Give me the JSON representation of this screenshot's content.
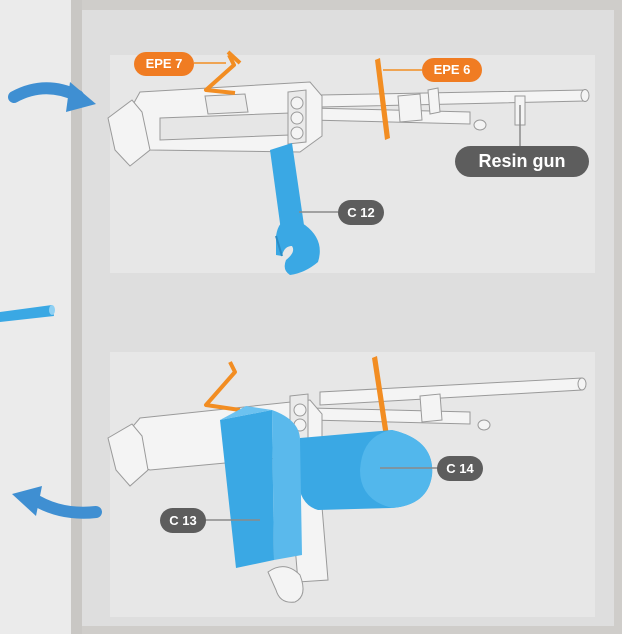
{
  "labels": {
    "epe7": "EPE 7",
    "epe6": "EPE 6",
    "resin_gun": "Resin gun",
    "c12": "C 12",
    "c13": "C 13",
    "c14": "C 14"
  },
  "colors": {
    "part_blue": "#3aa8e4",
    "part_orange": "#f28d22",
    "label_dark": "#5d5d5d",
    "label_orange": "#f07c22",
    "arrow_blue": "#3f8fd2",
    "gun_white": "#f4f4f4"
  },
  "icons": [
    "curved-arrow-right-icon",
    "curved-arrow-left-icon"
  ]
}
